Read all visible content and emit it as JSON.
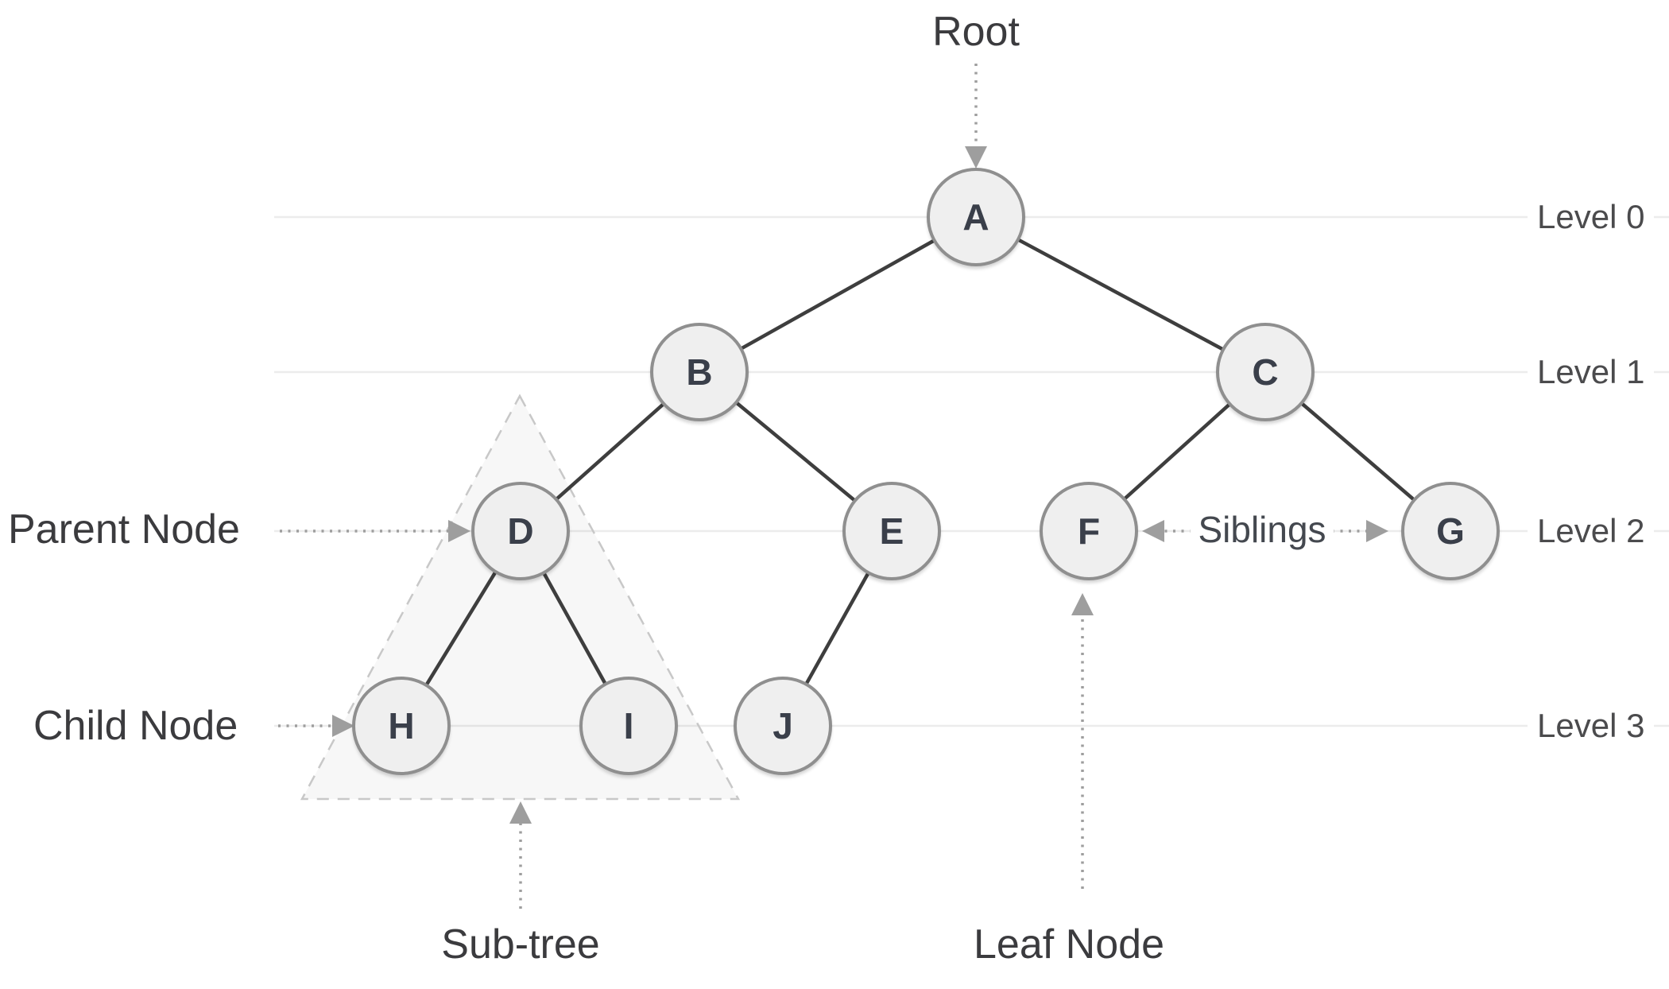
{
  "figure": {
    "type": "binary-tree-structure-diagram",
    "background": "#ffffff"
  },
  "annotations": {
    "root": "Root",
    "parent_node": "Parent Node",
    "child_node": "Child Node",
    "sub_tree": "Sub-tree",
    "leaf_node": "Leaf Node",
    "siblings": "Siblings"
  },
  "levels": [
    {
      "label": "Level 0"
    },
    {
      "label": "Level 1"
    },
    {
      "label": "Level 2"
    },
    {
      "label": "Level 3"
    }
  ],
  "nodes": [
    {
      "id": "A",
      "label": "A",
      "level": 0
    },
    {
      "id": "B",
      "label": "B",
      "level": 1
    },
    {
      "id": "C",
      "label": "C",
      "level": 1
    },
    {
      "id": "D",
      "label": "D",
      "level": 2
    },
    {
      "id": "E",
      "label": "E",
      "level": 2
    },
    {
      "id": "F",
      "label": "F",
      "level": 2
    },
    {
      "id": "G",
      "label": "G",
      "level": 2
    },
    {
      "id": "H",
      "label": "H",
      "level": 3
    },
    {
      "id": "I",
      "label": "I",
      "level": 3
    },
    {
      "id": "J",
      "label": "J",
      "level": 3
    }
  ],
  "edges": [
    [
      "A",
      "B"
    ],
    [
      "A",
      "C"
    ],
    [
      "B",
      "D"
    ],
    [
      "B",
      "E"
    ],
    [
      "C",
      "F"
    ],
    [
      "C",
      "G"
    ],
    [
      "D",
      "H"
    ],
    [
      "D",
      "I"
    ],
    [
      "E",
      "J"
    ]
  ],
  "colors": {
    "node_fill": "#efefef",
    "node_border": "#8f8f8f",
    "node_letter": "#3a3f4a",
    "tree_edge": "#3e3e3e",
    "level_line": "#ececec",
    "annotation_text": "#3b3b3e",
    "dotted_arrow": "#9e9e9e",
    "subtree_dash": "#c8c8c8"
  }
}
